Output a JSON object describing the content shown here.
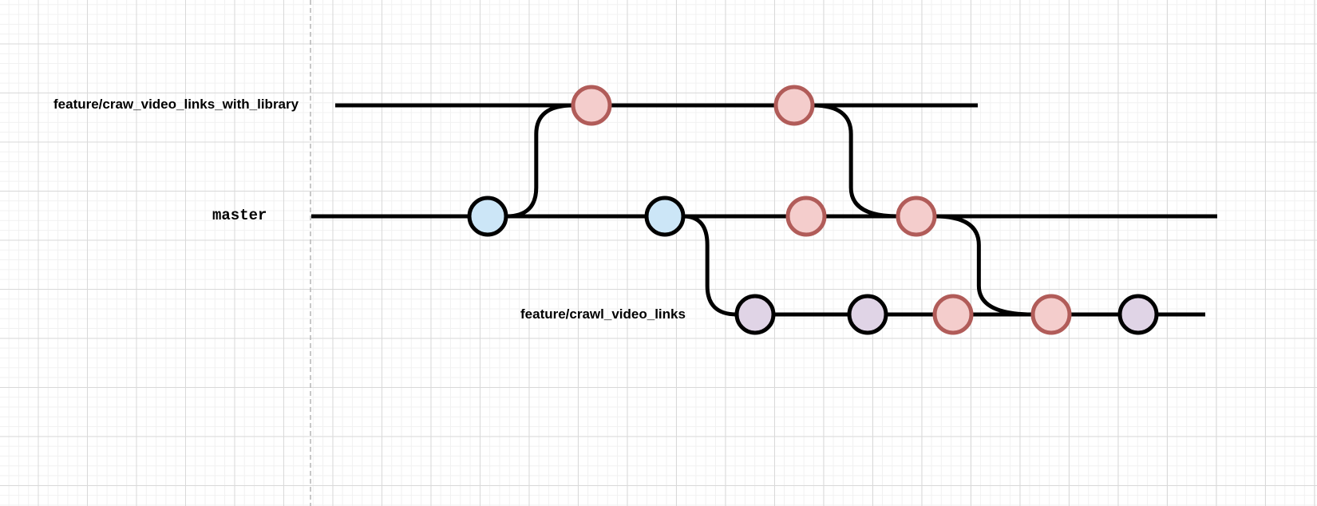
{
  "branches": {
    "library": {
      "label": "feature/craw_video_links_with_library"
    },
    "master": {
      "label": "master"
    },
    "crawl": {
      "label": "feature/crawl_video_links"
    }
  },
  "commits": [
    {
      "id": "m1",
      "branch": "master",
      "color": "blue"
    },
    {
      "id": "l1",
      "branch": "library",
      "color": "red"
    },
    {
      "id": "m2",
      "branch": "master",
      "color": "blue"
    },
    {
      "id": "l2",
      "branch": "library",
      "color": "red"
    },
    {
      "id": "m3",
      "branch": "master",
      "color": "red"
    },
    {
      "id": "m4",
      "branch": "master",
      "color": "red"
    },
    {
      "id": "c1",
      "branch": "crawl",
      "color": "purple"
    },
    {
      "id": "c2",
      "branch": "crawl",
      "color": "purple"
    },
    {
      "id": "c3",
      "branch": "crawl",
      "color": "red"
    },
    {
      "id": "c4",
      "branch": "crawl",
      "color": "red"
    },
    {
      "id": "c5",
      "branch": "crawl",
      "color": "purple"
    }
  ],
  "connections": [
    {
      "from": "m1",
      "to": "l1",
      "type": "branch-off"
    },
    {
      "from": "l2",
      "to": "m4",
      "type": "merge"
    },
    {
      "from": "m2",
      "to": "c1",
      "type": "branch-off"
    },
    {
      "from": "m4",
      "to": "c4",
      "type": "merge"
    }
  ],
  "palette": {
    "blue": {
      "fill": "#cce6f7",
      "stroke": "#000000"
    },
    "red": {
      "fill": "#f4cdcc",
      "stroke": "#b15c59"
    },
    "purple": {
      "fill": "#e0d4e6",
      "stroke": "#000000"
    },
    "line": "#000000",
    "divider": "#b5b5b5"
  }
}
